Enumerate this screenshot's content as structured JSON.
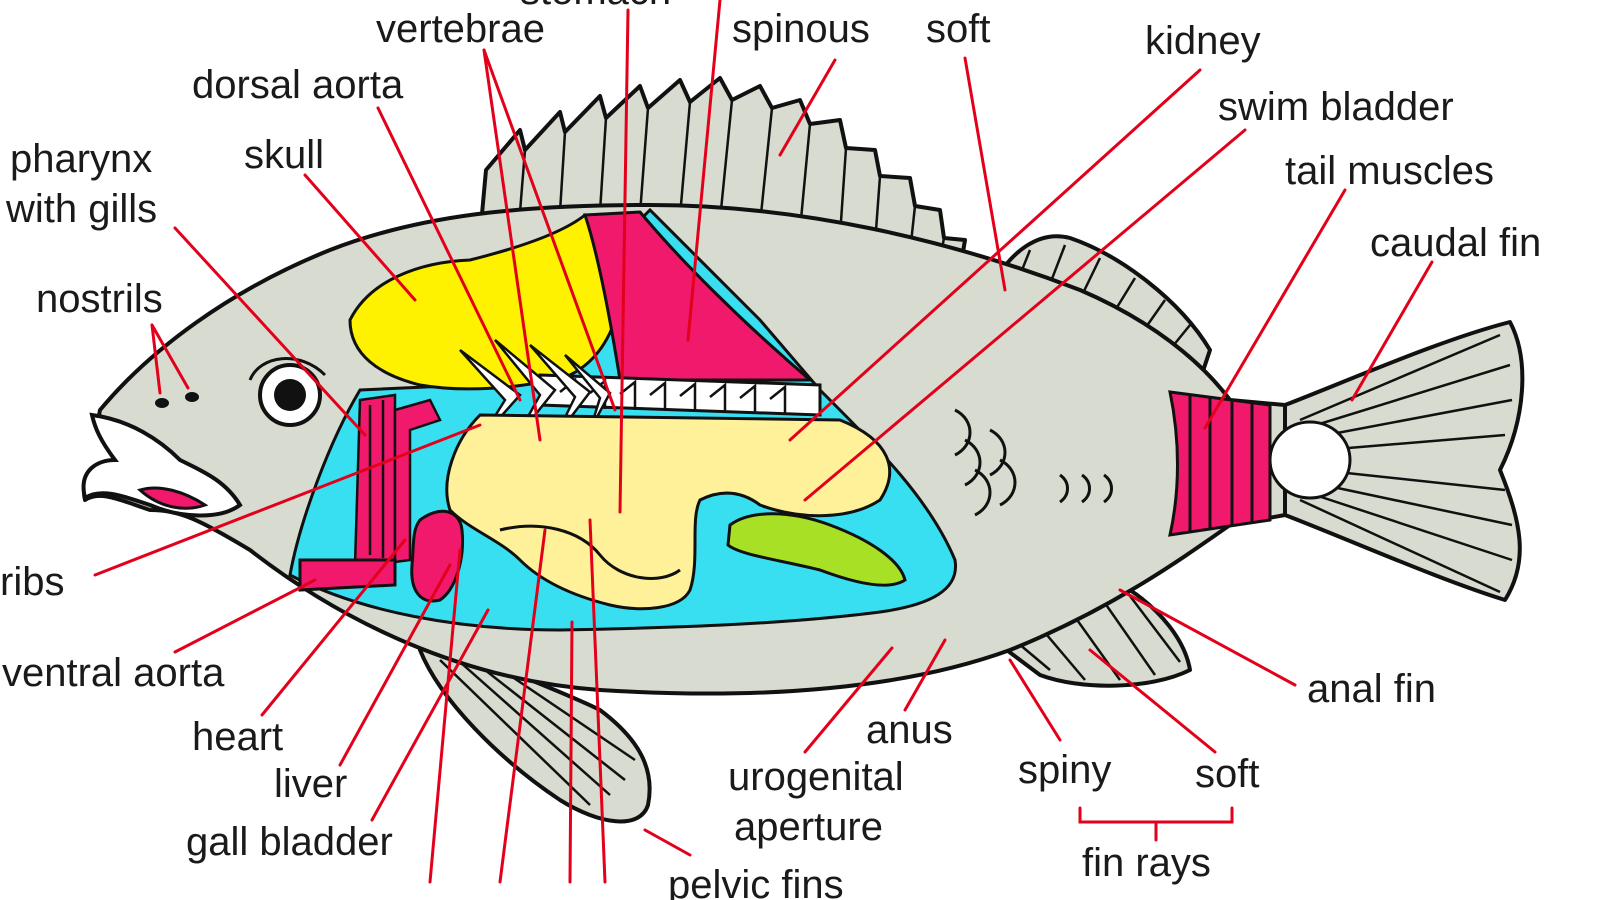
{
  "colors": {
    "body": "#d8dbcf",
    "skull": "#fff200",
    "stomach": "#f0196b",
    "cavity": "#38dff0",
    "organs": "#fff19a",
    "gonad": "#a8e025",
    "leader_lines": "#e3001b"
  },
  "labels": {
    "stomach": "stomach",
    "vertebrae": "vertebrae",
    "spinous": "spinous",
    "soft_top": "soft",
    "kidney": "kidney",
    "dorsal_aorta": "dorsal aorta",
    "swim_bladder": "swim bladder",
    "pharynx_line1": "pharynx",
    "pharynx_line2": "with gills",
    "skull": "skull",
    "tail_muscles": "tail muscles",
    "caudal_fin": "caudal fin",
    "nostrils": "nostrils",
    "ribs": "ribs",
    "ventral_aorta": "ventral aorta",
    "heart": "heart",
    "liver": "liver",
    "gall_bladder": "gall bladder",
    "anus": "anus",
    "urogenital_line1": "urogenital",
    "urogenital_line2": "aperture",
    "anal_fin": "anal fin",
    "spiny": "spiny",
    "soft_bottom": "soft",
    "fin_rays": "fin rays",
    "pelvic_fins": "pelvic fins"
  }
}
